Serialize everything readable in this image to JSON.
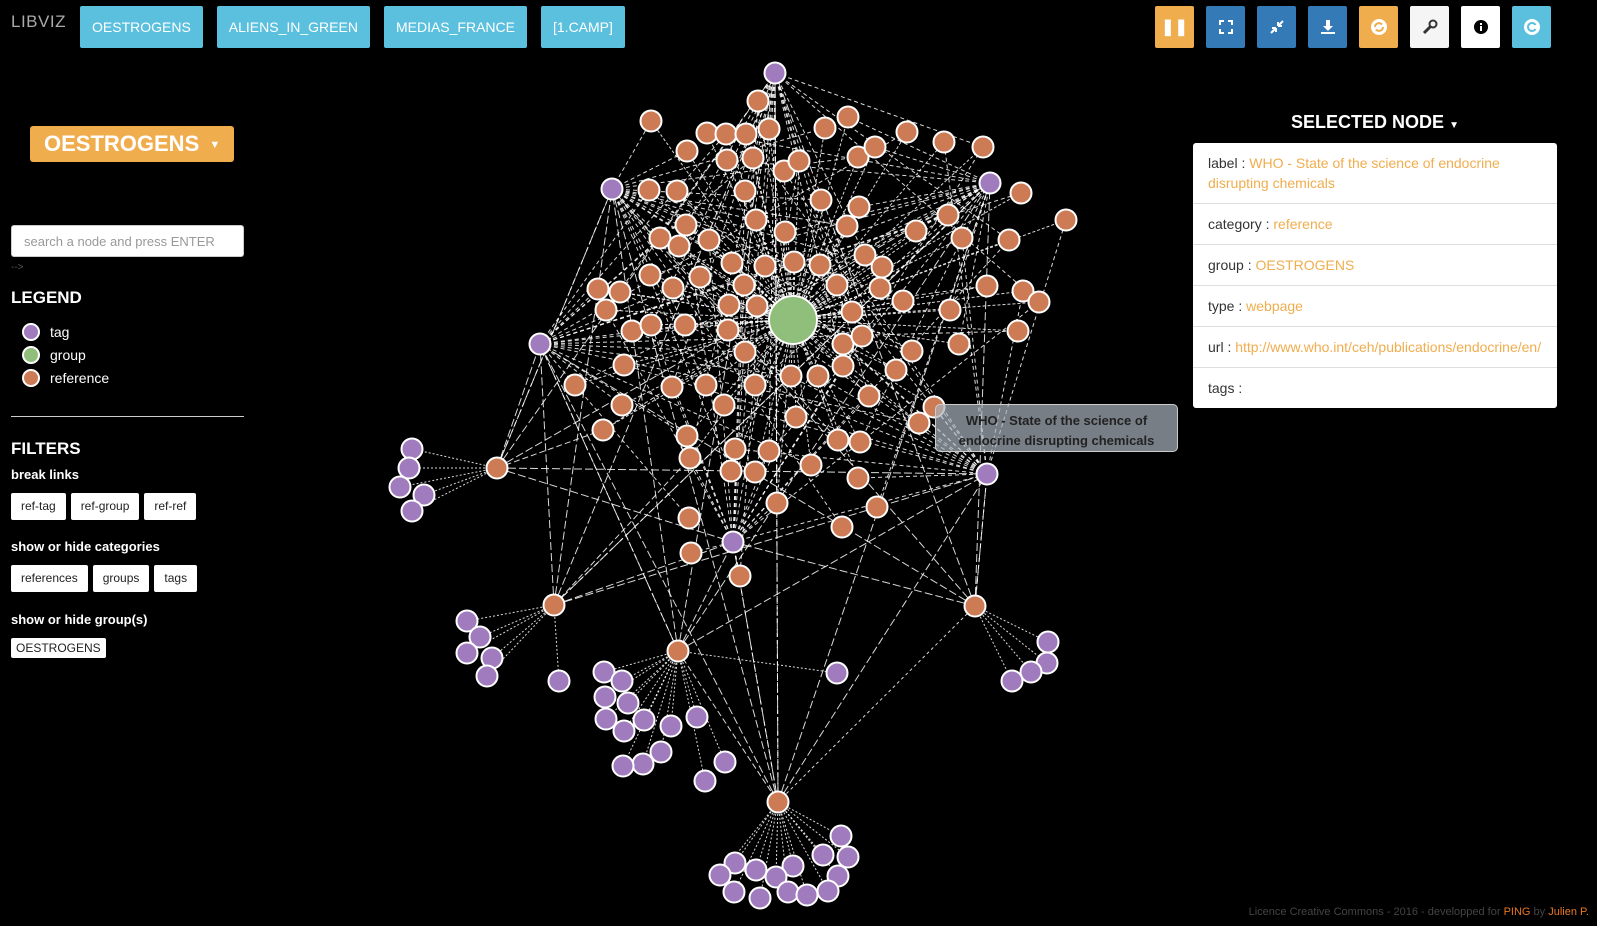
{
  "app": {
    "brand": "LIBVIZ"
  },
  "topnav": [
    "OESTROGENS",
    "ALIENS_IN_GREEN",
    "MEDIAS_FRANCE",
    "[1.CAMP]"
  ],
  "toolbar": {
    "buttons": [
      {
        "name": "pause-button",
        "icon": "pause-icon",
        "color": "#f0ad4e"
      },
      {
        "name": "expand-button",
        "icon": "expand-icon",
        "color": "#337ab7"
      },
      {
        "name": "compress-button",
        "icon": "compress-icon",
        "color": "#337ab7"
      },
      {
        "name": "download-button",
        "icon": "download-icon",
        "color": "#337ab7"
      },
      {
        "name": "refresh-button",
        "icon": "refresh-icon",
        "color": "#f0ad4e"
      },
      {
        "name": "settings-button",
        "icon": "wrench-icon",
        "color": "#f5f5f5"
      },
      {
        "name": "info-button",
        "icon": "info-icon",
        "color": "#ffffff"
      },
      {
        "name": "reload-button",
        "icon": "reload-icon",
        "color": "#5bc0de"
      }
    ]
  },
  "sidebar": {
    "group_dropdown": "OESTROGENS",
    "search_placeholder": "search a node and press ENTER",
    "arrow_hint": "-->",
    "legend_title": "LEGEND",
    "legend": [
      {
        "label": "tag",
        "color": "#a07bbd"
      },
      {
        "label": "group",
        "color": "#8fbf7a"
      },
      {
        "label": "reference",
        "color": "#cd7b55"
      }
    ],
    "filters_title": "FILTERS",
    "break_links_title": "break links",
    "break_links": [
      "ref-tag",
      "ref-group",
      "ref-ref"
    ],
    "categories_title": "show or hide categories",
    "categories": [
      "references",
      "groups",
      "tags"
    ],
    "groups_title": "show or hide group(s)",
    "groups": [
      "OESTROGENS"
    ]
  },
  "graph": {
    "colors": {
      "tag": "#a07bbd",
      "group": "#8fbf7a",
      "reference": "#cd7b55",
      "link": "#ffffff"
    }
  },
  "tooltip": {
    "text": "WHO - State of the science of endocrine disrupting chemicals"
  },
  "selected_node": {
    "title": "SELECTED NODE",
    "label_key": "label :",
    "label_val": "WHO - State of the science of endocrine disrupting chemicals",
    "category_key": "category :",
    "category_val": "reference",
    "group_key": "group :",
    "group_val": "OESTROGENS",
    "type_key": "type :",
    "type_val": "webpage",
    "url_key": "url :",
    "url_val": "http://www.who.int/ceh/publications/endocrine/en/",
    "tags_key": "tags :"
  },
  "footer": {
    "text": "Licence Creative Commons - 2016 - developped for ",
    "ping": "PING",
    "by": " by ",
    "author": "Julien P."
  }
}
